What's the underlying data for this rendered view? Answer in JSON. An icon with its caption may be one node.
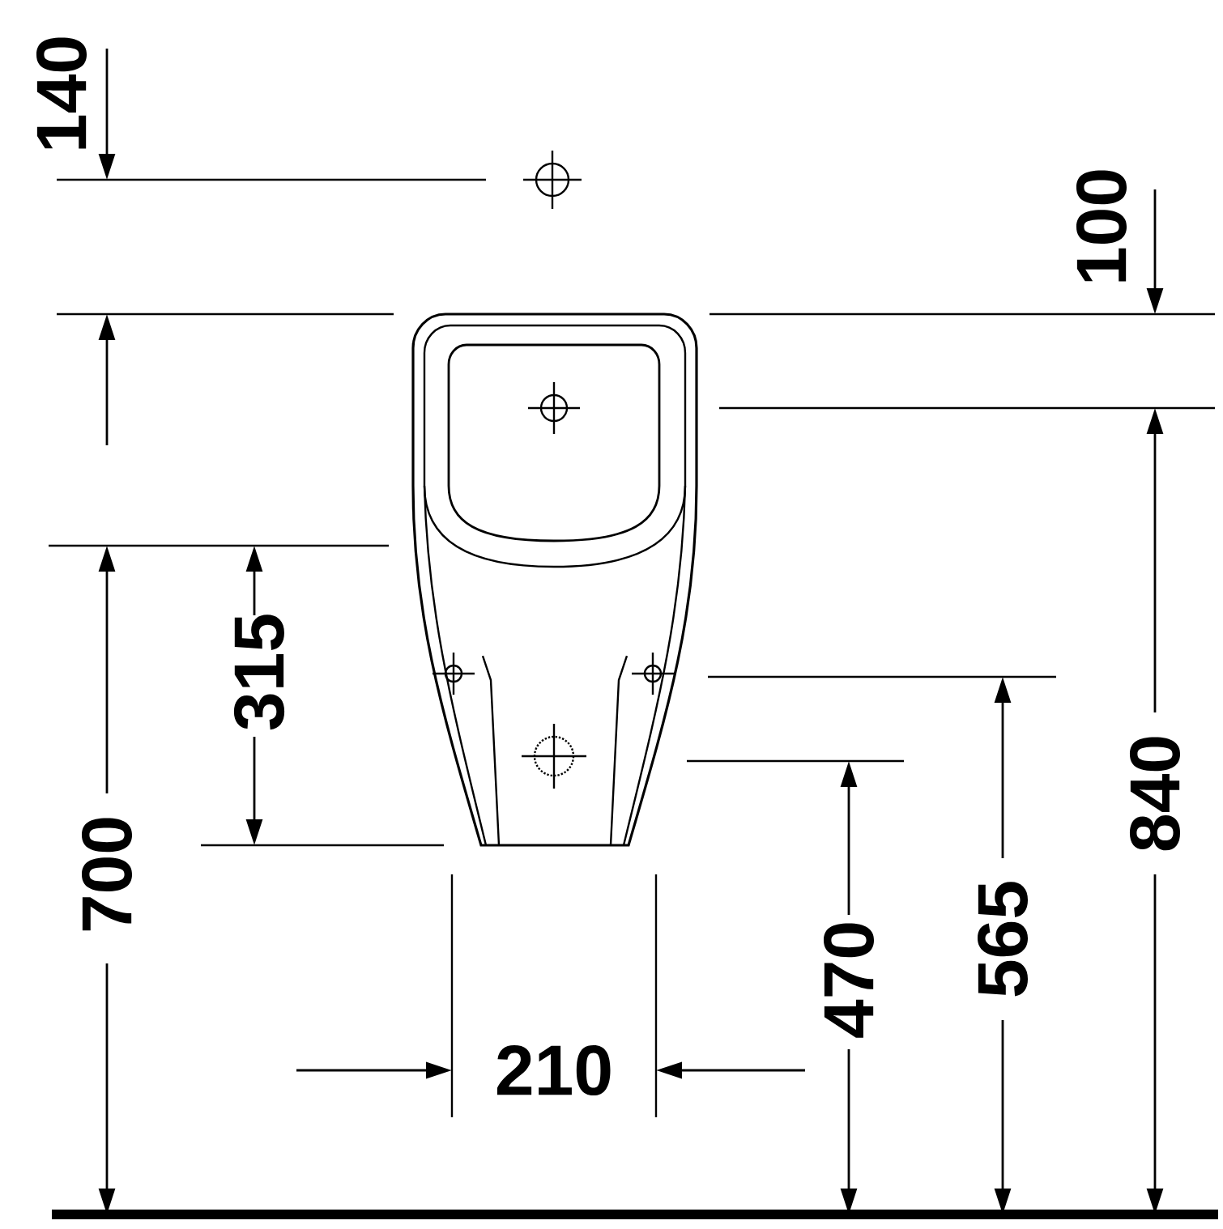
{
  "diagram": {
    "labels": [
      "140",
      "100",
      "315",
      "840",
      "700",
      "565",
      "470",
      "210"
    ]
  }
}
